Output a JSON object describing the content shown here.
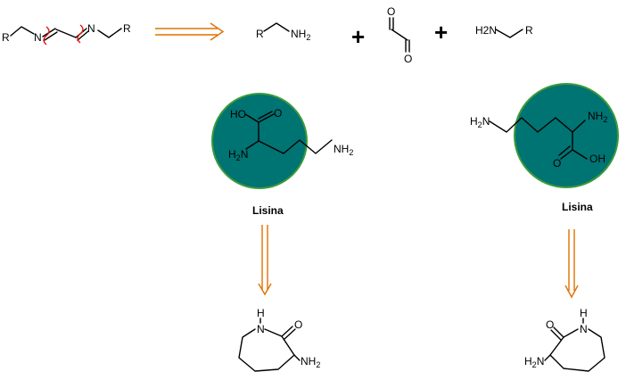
{
  "colors": {
    "circle_fill": "#007373",
    "circle_stroke": "#3a9a3a",
    "arrow": "#e07000",
    "cut_mark": "#e01010"
  },
  "operators": {
    "plus": "+"
  },
  "atoms": {
    "R": "R",
    "N": "N",
    "O": "O",
    "H": "H",
    "NH": "NH",
    "H2N": "H2N",
    "OH": "OH",
    "HO": "HO",
    "two": "2"
  },
  "captions": {
    "left": "Lisina",
    "right": "Lisina"
  }
}
